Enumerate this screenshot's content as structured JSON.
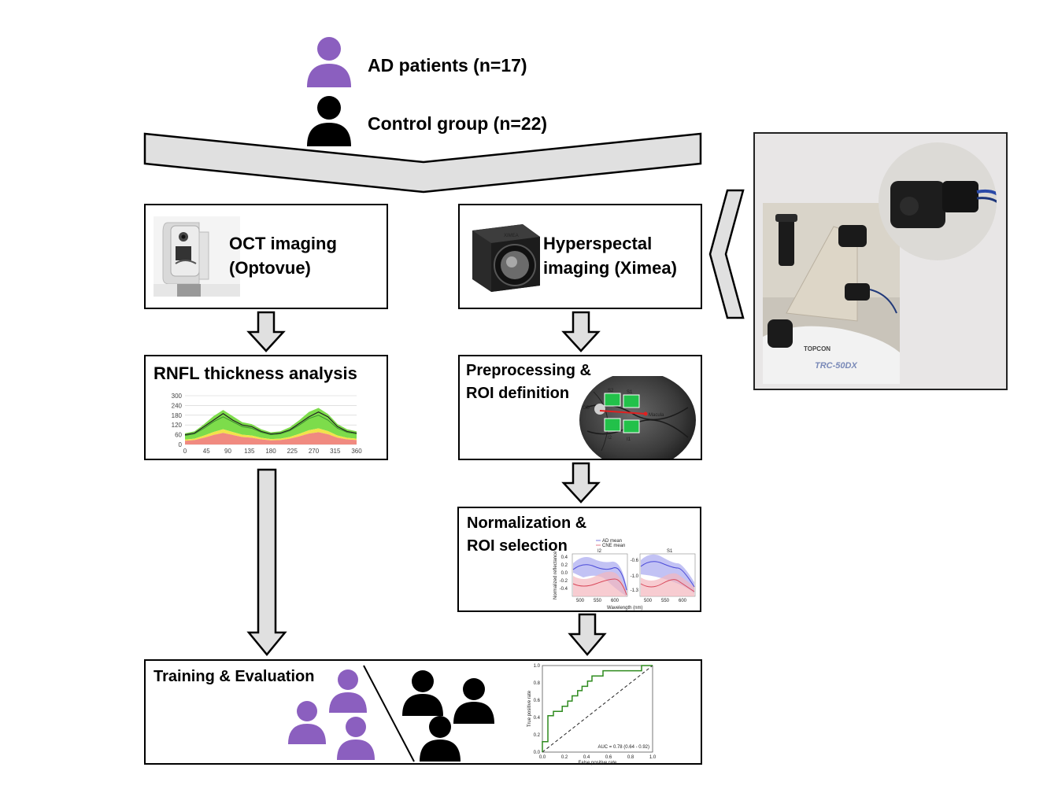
{
  "legend": {
    "ad_label": "AD patients (n=17)",
    "control_label": "Control group (n=22)"
  },
  "colors": {
    "ad": "#8b5fbf",
    "control": "#000000",
    "arrow_fill": "#e0e0e0",
    "chart_green": "#7ddc4b",
    "chart_yellow": "#f2e34a",
    "chart_red": "#f08a80",
    "roc_line": "#2e8b1e"
  },
  "boxes": {
    "oct": {
      "title_line1": "OCT imaging",
      "title_line2": "(Optovue)"
    },
    "hsi": {
      "title_line1": "Hyperspectal",
      "title_line2": "imaging (Ximea)"
    },
    "rnfl": {
      "title": "RNFL thickness analysis"
    },
    "prep": {
      "title_line1": "Preprocessing &",
      "title_line2": "ROI definition"
    },
    "norm": {
      "title_line1": "Normalization &",
      "title_line2": "ROI selection"
    },
    "train": {
      "title": "Training & Evaluation"
    }
  },
  "fundus": {
    "labels": {
      "od": "OD",
      "macula": "Macula",
      "s2": "S2",
      "s1": "S1",
      "i2": "I2",
      "i1": "I1"
    }
  },
  "spectra": {
    "legend_ad": "AD mean",
    "legend_cne": "CNE mean",
    "panel_left_title": "I2",
    "panel_right_title": "S1",
    "ylabel": "Normalized reflectance",
    "xlabel": "Wavelength (nm)",
    "left_yticks": [
      "0.4",
      "0.2",
      "0.0",
      "-0.2",
      "-0.4"
    ],
    "right_yticks": [
      "-0.6",
      "-1.0",
      "-1.3"
    ],
    "xticks": [
      "500",
      "550",
      "600"
    ]
  },
  "camera": {
    "brand": "TOPCON",
    "model": "TRC-50DX"
  },
  "chart_data": [
    {
      "type": "area",
      "title": "",
      "xticks": [
        0,
        45,
        90,
        135,
        180,
        225,
        270,
        315,
        360
      ],
      "yticks": [
        0,
        60,
        120,
        180,
        240,
        300
      ],
      "xlim": [
        0,
        360
      ],
      "ylim": [
        0,
        300
      ],
      "grid": true,
      "x": [
        0,
        20,
        40,
        60,
        80,
        100,
        120,
        140,
        160,
        180,
        200,
        220,
        240,
        260,
        280,
        300,
        320,
        340,
        360
      ],
      "series": [
        {
          "values": [
            60,
            70,
            110,
            150,
            190,
            150,
            120,
            110,
            80,
            65,
            70,
            90,
            130,
            170,
            200,
            170,
            110,
            80,
            70
          ]
        },
        {
          "values": [
            55,
            65,
            100,
            140,
            170,
            140,
            110,
            100,
            75,
            60,
            65,
            85,
            120,
            160,
            180,
            150,
            100,
            75,
            65
          ]
        }
      ]
    },
    {
      "type": "line",
      "xlabel": "False positive rate",
      "ylabel": "True positive rate",
      "annotation": "AUC = 0.78 (0.64 - 0.92)",
      "xlim": [
        0,
        1
      ],
      "ylim": [
        0,
        1
      ],
      "xticks": [
        "0.0",
        "0.2",
        "0.4",
        "0.6",
        "0.8",
        "1.0"
      ],
      "yticks": [
        "0.0",
        "0.2",
        "0.4",
        "0.6",
        "0.8",
        "1.0"
      ],
      "series": [
        {
          "x": [
            0,
            0,
            0.05,
            0.05,
            0.1,
            0.1,
            0.18,
            0.18,
            0.23,
            0.23,
            0.27,
            0.27,
            0.32,
            0.32,
            0.36,
            0.36,
            0.41,
            0.41,
            0.45,
            0.45,
            0.5,
            0.5,
            0.55,
            0.55,
            0.6,
            0.6,
            0.68,
            0.68,
            0.9,
            0.9,
            1.0
          ],
          "y": [
            0,
            0.12,
            0.12,
            0.42,
            0.42,
            0.47,
            0.47,
            0.53,
            0.53,
            0.59,
            0.59,
            0.65,
            0.65,
            0.71,
            0.71,
            0.76,
            0.76,
            0.82,
            0.82,
            0.88,
            0.88,
            0.88,
            0.88,
            0.94,
            0.94,
            0.94,
            0.94,
            0.94,
            0.94,
            1.0,
            1.0
          ]
        },
        {
          "x": [
            0,
            1
          ],
          "y": [
            0,
            1
          ]
        }
      ]
    }
  ]
}
